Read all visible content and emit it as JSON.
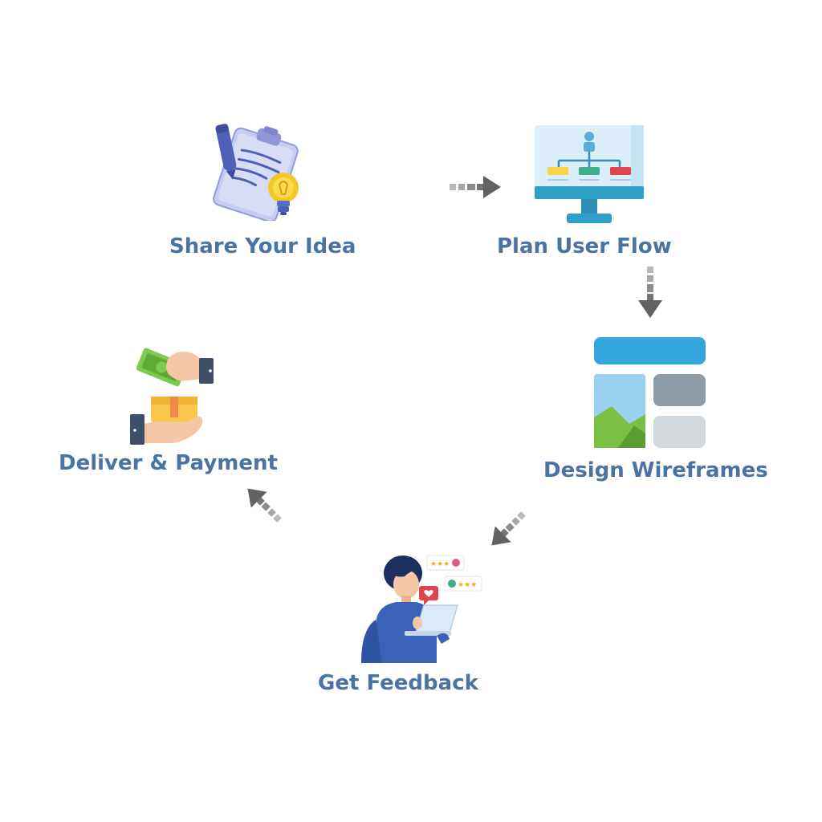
{
  "steps": [
    {
      "id": "share-idea",
      "label": "Share Your Idea",
      "icon": "clipboard-lightbulb-icon"
    },
    {
      "id": "plan-flow",
      "label": "Plan User Flow",
      "icon": "monitor-flowchart-icon"
    },
    {
      "id": "design-wireframes",
      "label": "Design Wireframes",
      "icon": "wireframe-layout-icon"
    },
    {
      "id": "get-feedback",
      "label": "Get Feedback",
      "icon": "person-laptop-feedback-icon"
    },
    {
      "id": "deliver-payment",
      "label": "Deliver & Payment",
      "icon": "money-box-exchange-icon"
    }
  ],
  "colors": {
    "label": "#4a72a3",
    "arrow_dark": "#626262",
    "arrow_light": "#b9b9b9"
  }
}
